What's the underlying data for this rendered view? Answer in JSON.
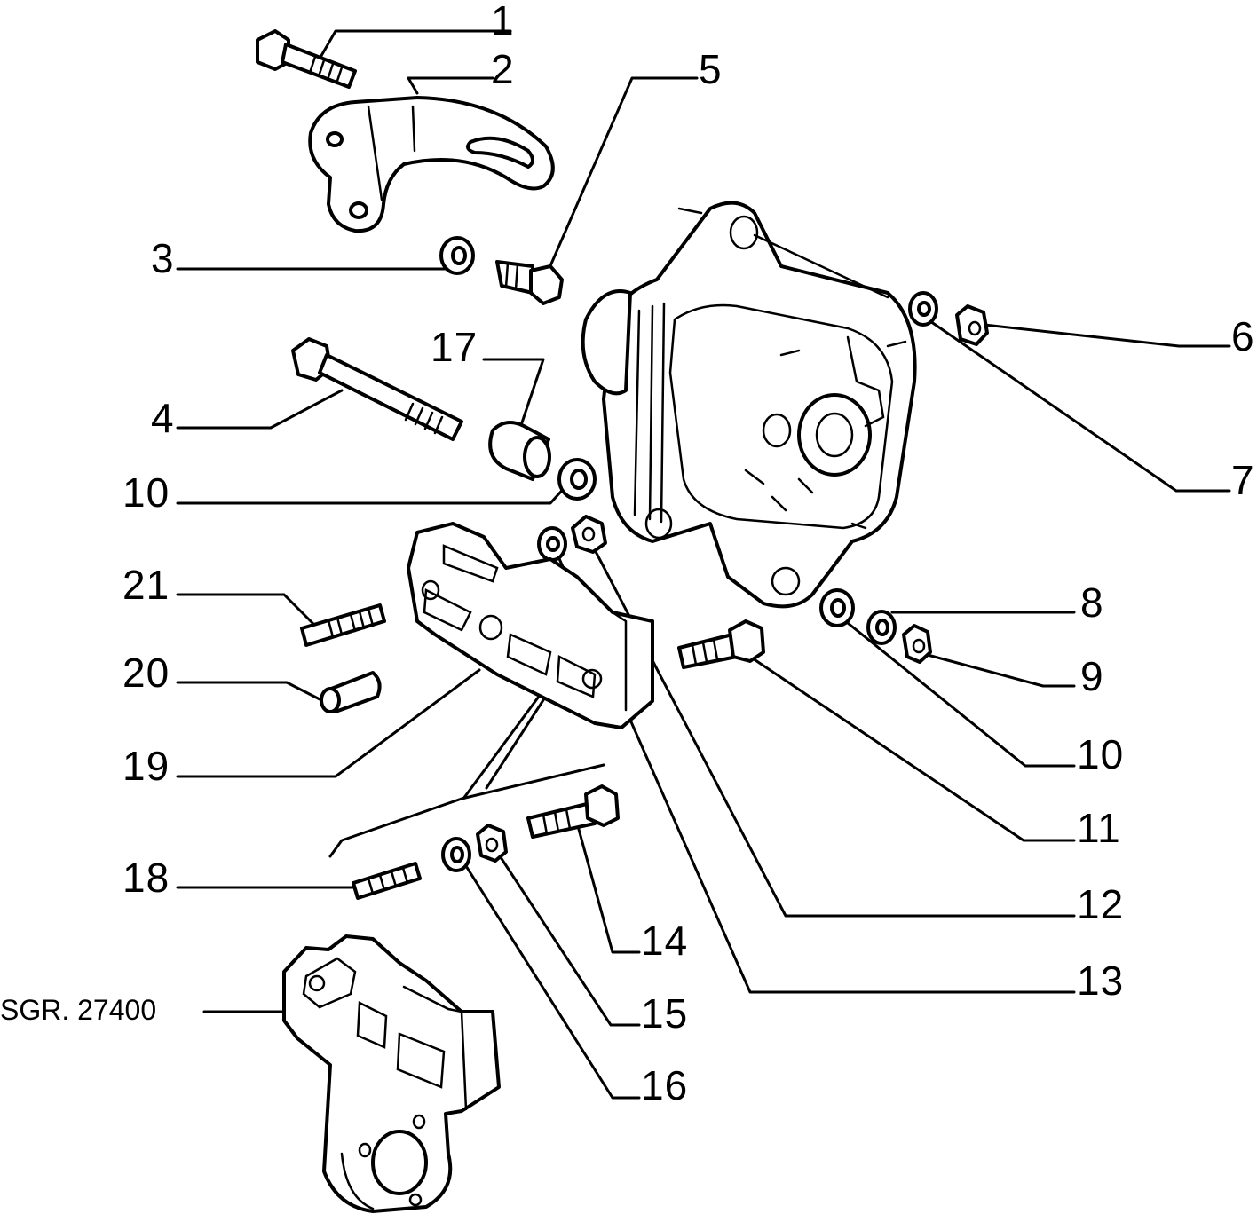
{
  "callouts": {
    "c1": "1",
    "c2": "2",
    "c3": "3",
    "c4": "4",
    "c5": "5",
    "c6": "6",
    "c7": "7",
    "c8": "8",
    "c9": "9",
    "c10a": "10",
    "c10b": "10",
    "c11": "11",
    "c12": "12",
    "c13": "13",
    "c14": "14",
    "c15": "15",
    "c16": "16",
    "c17": "17",
    "c18": "18",
    "c19": "19",
    "c20": "20",
    "c21": "21"
  },
  "reference": "SGR. 27400"
}
